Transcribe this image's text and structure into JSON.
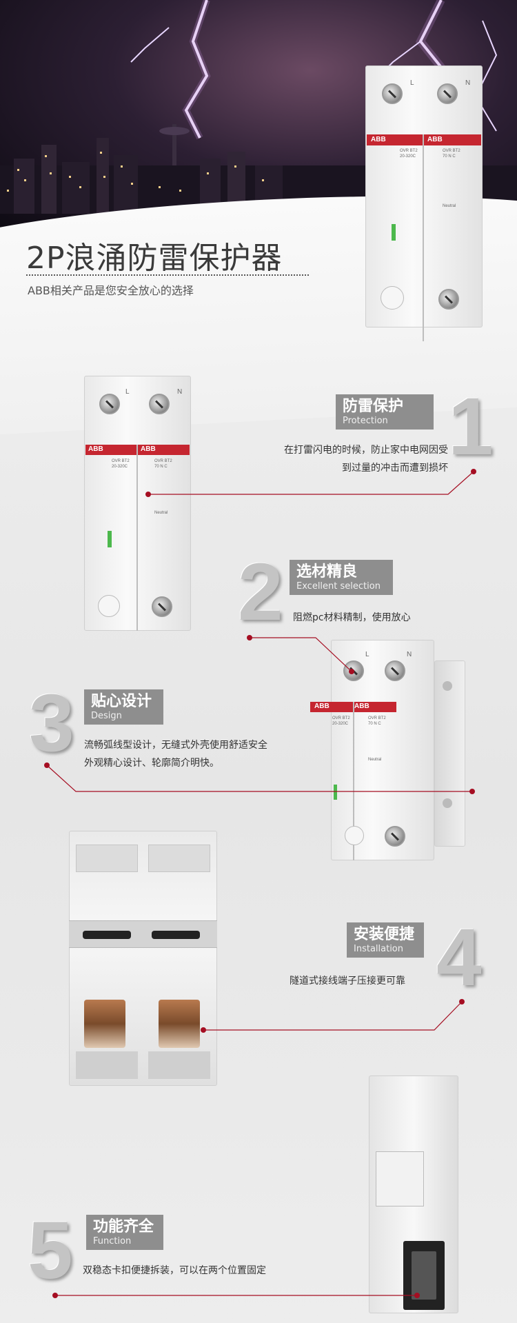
{
  "hero": {
    "title": "2P浪涌防雷保护器",
    "subtitle": "ABB相关产品是您安全放心的选择"
  },
  "device": {
    "brand": "ABB",
    "left_module": {
      "model": "OVR BT2",
      "rating": "20-320C"
    },
    "right_module": {
      "model": "OVR BT2",
      "rating": "70 N C",
      "note": "Neutral"
    },
    "terminal_left": "L",
    "terminal_right": "N"
  },
  "features": [
    {
      "number": "1",
      "title_cn": "防雷保护",
      "title_en": "Protection",
      "desc": [
        "在打雷闪电的时候，防止家中电网因受",
        "到过量的冲击而遭到损坏"
      ]
    },
    {
      "number": "2",
      "title_cn": "选材精良",
      "title_en": "Excellent selection",
      "desc": [
        "阻燃pc材料精制，使用放心"
      ]
    },
    {
      "number": "3",
      "title_cn": "贴心设计",
      "title_en": "Design",
      "desc": [
        "流畅弧线型设计，无缝式外壳使用舒适安全",
        "外观精心设计、轮廓简介明快。"
      ]
    },
    {
      "number": "4",
      "title_cn": "安装便捷",
      "title_en": "Installation",
      "desc": [
        "隧道式接线端子压接更可靠"
      ]
    },
    {
      "number": "5",
      "title_cn": "功能齐全",
      "title_en": "Function",
      "desc": [
        "双稳态卡扣便捷拆装，可以在两个位置固定"
      ]
    }
  ],
  "colors": {
    "accent": "#a50e22",
    "title_bg": "#8e8e8e",
    "brand_red": "#c52630"
  }
}
